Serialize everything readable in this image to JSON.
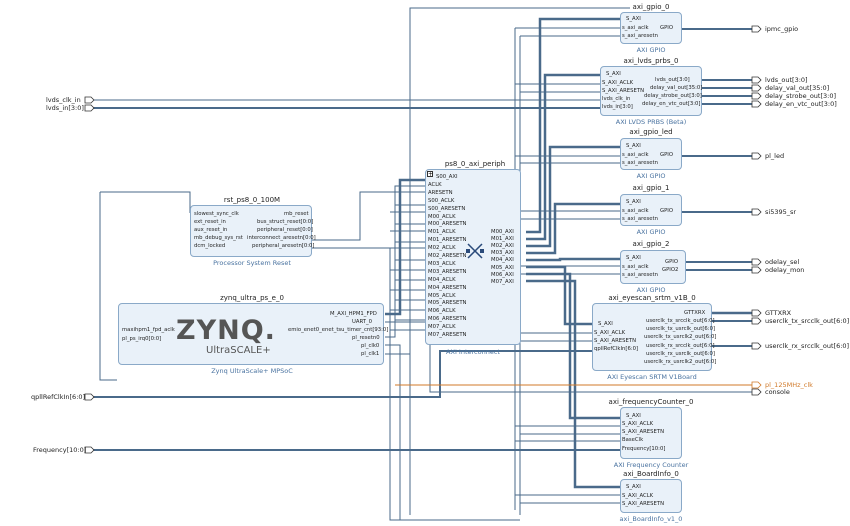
{
  "blocks": {
    "axi_gpio_0": {
      "name": "axi_gpio_0",
      "subtitle": "AXI GPIO",
      "left_pins": [
        "S_AXI",
        "s_axi_aclk",
        "s_axi_aresetn"
      ],
      "right_pins": [
        "GPIO"
      ]
    },
    "axi_lvds_prbs_0": {
      "name": "axi_lvds_prbs_0",
      "subtitle": "AXI LVDS PRBS (Beta)",
      "left_pins": [
        "S_AXI",
        "S_AXI_ACLK",
        "S_AXI_ARESETN",
        "lvds_clk_in",
        "lvds_in[3:0]"
      ],
      "right_pins": [
        "lvds_out[3:0]",
        "delay_val_out[35:0]",
        "delay_strobe_out[3:0]",
        "delay_en_vtc_out[3:0]"
      ]
    },
    "axi_gpio_led": {
      "name": "axi_gpio_led",
      "subtitle": "AXI GPIO",
      "left_pins": [
        "S_AXI",
        "s_axi_aclk",
        "s_axi_aresetn"
      ],
      "right_pins": [
        "GPIO"
      ]
    },
    "axi_gpio_1": {
      "name": "axi_gpio_1",
      "subtitle": "AXI GPIO",
      "left_pins": [
        "S_AXI",
        "s_axi_aclk",
        "s_axi_aresetn"
      ],
      "right_pins": [
        "GPIO"
      ]
    },
    "axi_gpio_2": {
      "name": "axi_gpio_2",
      "subtitle": "AXI GPIO",
      "left_pins": [
        "S_AXI",
        "s_axi_aclk",
        "s_axi_aresetn"
      ],
      "right_pins": [
        "GPIO",
        "GPIO2"
      ]
    },
    "axi_eyescan": {
      "name": "axi_eyescan_srtm_v1B_0",
      "subtitle": "AXI Eyescan SRTM V1Board",
      "left_pins": [
        "S_AXI",
        "S_AXI_ACLK",
        "S_AXI_ARESETN",
        "qpllRefClkIn[6:0]"
      ],
      "right_pins": [
        "GTTXRX",
        "userclk_tx_srcclk_out[6:0]",
        "userclk_tx_usrclk_out[6:0]",
        "userclk_tx_usrclk2_out[6:0]",
        "userclk_rx_srcclk_out[6:0]",
        "userclk_rx_usrclk_out[6:0]",
        "userclk_rx_usrclk2_out[6:0]"
      ]
    },
    "axi_freq": {
      "name": "axi_frequencyCounter_0",
      "subtitle": "AXI Frequency Counter",
      "left_pins": [
        "S_AXI",
        "S_AXI_ACLK",
        "S_AXI_ARESETN",
        "BaseClk",
        "Frequency[10:0]"
      ],
      "right_pins": []
    },
    "axi_board": {
      "name": "axi_BoardInfo_0",
      "subtitle": "axi_BoardInfo_v1_0",
      "left_pins": [
        "S_AXI",
        "S_AXI_ACLK",
        "S_AXI_ARESETN"
      ],
      "right_pins": []
    },
    "ps8_periph": {
      "name": "ps8_0_axi_periph",
      "subtitle": "AXI Interconnect",
      "left_pins": [
        "S00_AXI",
        "ACLK",
        "ARESETN",
        "S00_ACLK",
        "S00_ARESETN",
        "M00_ACLK",
        "M00_ARESETN",
        "M01_ACLK",
        "M01_ARESETN",
        "M02_ACLK",
        "M02_ARESETN",
        "M03_ACLK",
        "M03_ARESETN",
        "M04_ACLK",
        "M04_ARESETN",
        "M05_ACLK",
        "M05_ARESETN",
        "M06_ACLK",
        "M06_ARESETN",
        "M07_ACLK",
        "M07_ARESETN"
      ],
      "right_pins": [
        "M00_AXI",
        "M01_AXI",
        "M02_AXI",
        "M03_AXI",
        "M04_AXI",
        "M05_AXI",
        "M06_AXI",
        "M07_AXI"
      ]
    },
    "rst": {
      "name": "rst_ps8_0_100M",
      "subtitle": "Processor System Reset",
      "left_pins": [
        "slowest_sync_clk",
        "ext_reset_in",
        "aux_reset_in",
        "mb_debug_sys_rst",
        "dcm_locked"
      ],
      "right_pins": [
        "mb_reset",
        "bus_struct_reset[0:0]",
        "peripheral_reset[0:0]",
        "interconnect_aresetn[0:0]",
        "peripheral_aresetn[0:0]"
      ]
    },
    "zynq": {
      "name": "zynq_ultra_ps_e_0",
      "subtitle": "Zynq UltraScale+ MPSoC",
      "logo_main": "ZYNQ.",
      "logo_sub": "UltraSCALE+",
      "left_pins": [
        "maxihpm1_fpd_aclk",
        "pl_ps_irq0[0:0]"
      ],
      "right_pins": [
        "M_AXI_HPM1_FPD",
        "UART_0",
        "emio_enet0_enet_tsu_timer_cnt[93:0]",
        "pl_resetn0",
        "pl_clk0",
        "pl_clk1"
      ]
    }
  },
  "ports_in": {
    "lvds_clk_in": "lvds_clk_in",
    "lvds_in": "lvds_in[3:0]",
    "qpll": "qpllRefClkIn[6:0]",
    "frequency": "Frequency[10:0]"
  },
  "ports_out": {
    "ipmc_gpio": "ipmc_gpio",
    "lvds_out": "lvds_out[3:0]",
    "delay_val_out": "delay_val_out[35:0]",
    "delay_strobe_out": "delay_strobe_out[3:0]",
    "delay_en_vtc_out": "delay_en_vtc_out[3:0]",
    "pl_led": "pl_led",
    "si5395_sr": "si5395_sr",
    "odelay_sel": "odelay_sel",
    "odelay_mon": "odelay_mon",
    "gttxrx": "GTTXRX",
    "userclk_tx": "userclk_tx_srcclk_out[6:0]",
    "userclk_rx": "userclk_rx_srcclk_out[6:0]",
    "pl_125": "pl_125MHz_clk",
    "console": "console"
  },
  "colors": {
    "wire": "#4a6a8a",
    "block_fill": "#e9f1f9",
    "block_border": "#8aa9c8",
    "subtitle": "#4a73a0",
    "orange": "#d07a2a"
  }
}
